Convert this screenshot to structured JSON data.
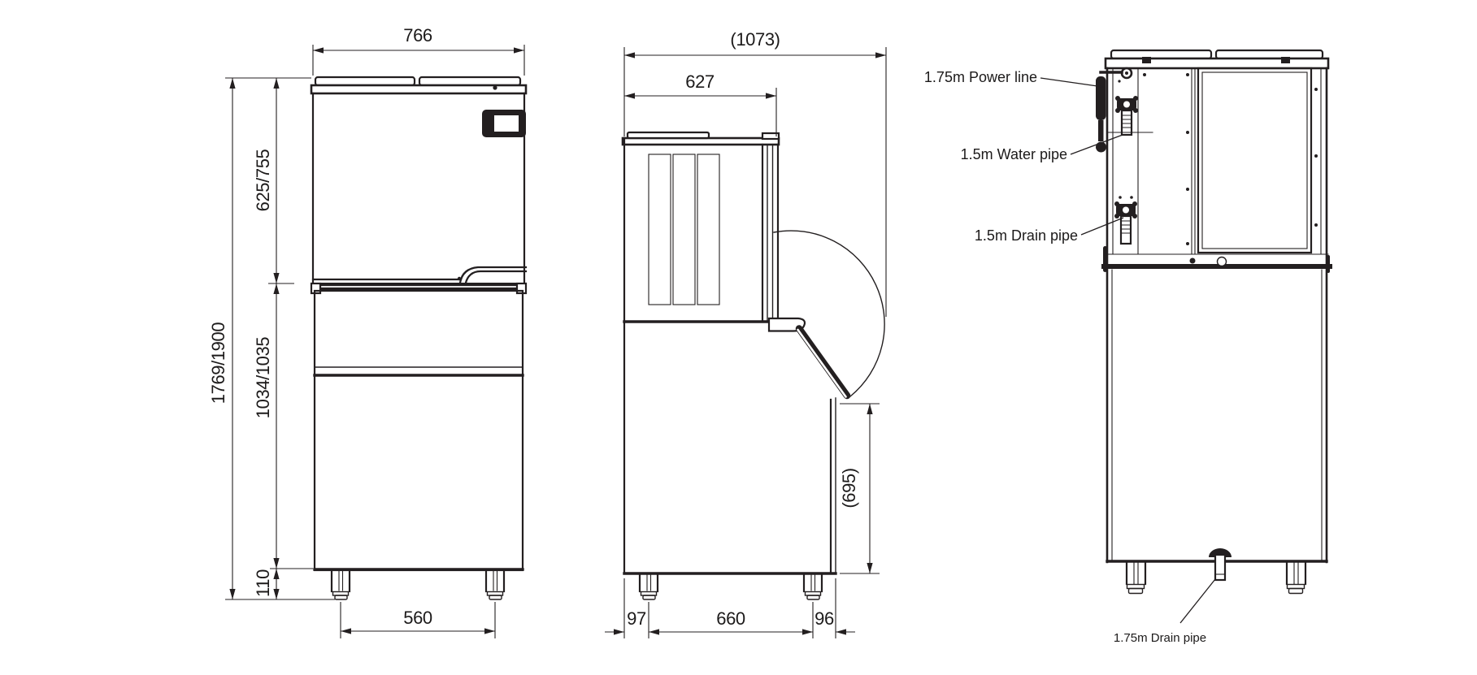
{
  "figure": {
    "front_view": {
      "dims": {
        "width": "766",
        "upper_height": "625/755",
        "total_height": "1769/1900",
        "lower_height": "1034/1035",
        "leg_height": "110",
        "foot_span": "560"
      }
    },
    "side_view": {
      "dims": {
        "overall_depth": "(1073)",
        "body_depth": "627",
        "outlet_height": "(695)",
        "front_margin": "97",
        "leg_span": "660",
        "rear_margin": "96"
      }
    },
    "rear_view": {
      "labels": {
        "power": "1.75m Power line",
        "water": "1.5m Water pipe",
        "drain": "1.5m Drain pipe",
        "bottom_drain": "1.75m Drain pipe"
      }
    },
    "colors": {
      "line": "#231f20",
      "background": "#ffffff"
    }
  }
}
